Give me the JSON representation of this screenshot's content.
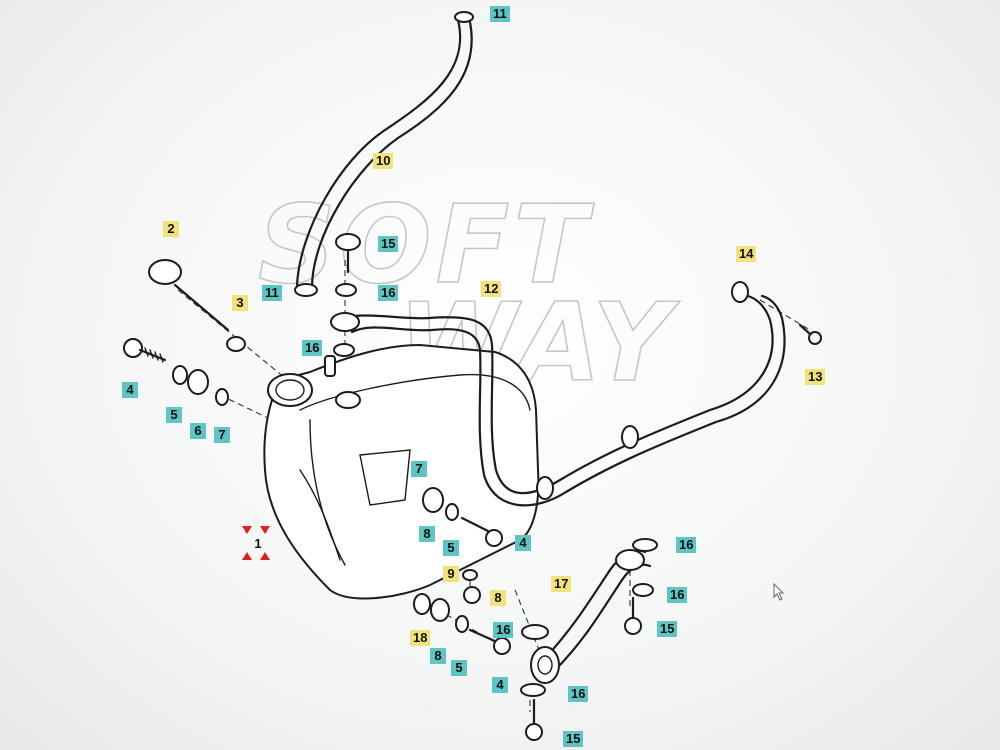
{
  "watermark": {
    "line1": "SOFT",
    "line2": "WAY"
  },
  "colors": {
    "teal_label": "#5fc4c4",
    "yellow_label": "#f2e27a",
    "main_part_marker": "#e02020"
  },
  "labels": [
    {
      "id": "l11a",
      "text": "11",
      "style": "teal"
    },
    {
      "id": "l10",
      "text": "10",
      "style": "yellow"
    },
    {
      "id": "l2",
      "text": "2",
      "style": "yellow"
    },
    {
      "id": "l15a",
      "text": "15",
      "style": "teal"
    },
    {
      "id": "l11b",
      "text": "11",
      "style": "teal"
    },
    {
      "id": "l16a",
      "text": "16",
      "style": "teal"
    },
    {
      "id": "l3",
      "text": "3",
      "style": "yellow"
    },
    {
      "id": "l12",
      "text": "12",
      "style": "yellow"
    },
    {
      "id": "l14",
      "text": "14",
      "style": "yellow"
    },
    {
      "id": "l13",
      "text": "13",
      "style": "yellow"
    },
    {
      "id": "l16b",
      "text": "16",
      "style": "teal"
    },
    {
      "id": "l4a",
      "text": "4",
      "style": "teal"
    },
    {
      "id": "l5a",
      "text": "5",
      "style": "teal"
    },
    {
      "id": "l6",
      "text": "6",
      "style": "teal"
    },
    {
      "id": "l7a",
      "text": "7",
      "style": "teal"
    },
    {
      "id": "l7b",
      "text": "7",
      "style": "teal"
    },
    {
      "id": "l1",
      "text": "1",
      "style": "red"
    },
    {
      "id": "l8a",
      "text": "8",
      "style": "teal"
    },
    {
      "id": "l5b",
      "text": "5",
      "style": "teal"
    },
    {
      "id": "l4b",
      "text": "4",
      "style": "teal"
    },
    {
      "id": "l16c",
      "text": "16",
      "style": "teal"
    },
    {
      "id": "l9",
      "text": "9",
      "style": "yellow"
    },
    {
      "id": "l8b",
      "text": "8",
      "style": "yellow"
    },
    {
      "id": "l17",
      "text": "17",
      "style": "yellow"
    },
    {
      "id": "l16d",
      "text": "16",
      "style": "teal"
    },
    {
      "id": "l15b",
      "text": "15",
      "style": "teal"
    },
    {
      "id": "l18",
      "text": "18",
      "style": "yellow"
    },
    {
      "id": "l8c",
      "text": "8",
      "style": "teal"
    },
    {
      "id": "l16e",
      "text": "16",
      "style": "teal"
    },
    {
      "id": "l5c",
      "text": "5",
      "style": "teal"
    },
    {
      "id": "l4c",
      "text": "4",
      "style": "teal"
    },
    {
      "id": "l16f",
      "text": "16",
      "style": "teal"
    },
    {
      "id": "l15c",
      "text": "15",
      "style": "teal"
    }
  ]
}
